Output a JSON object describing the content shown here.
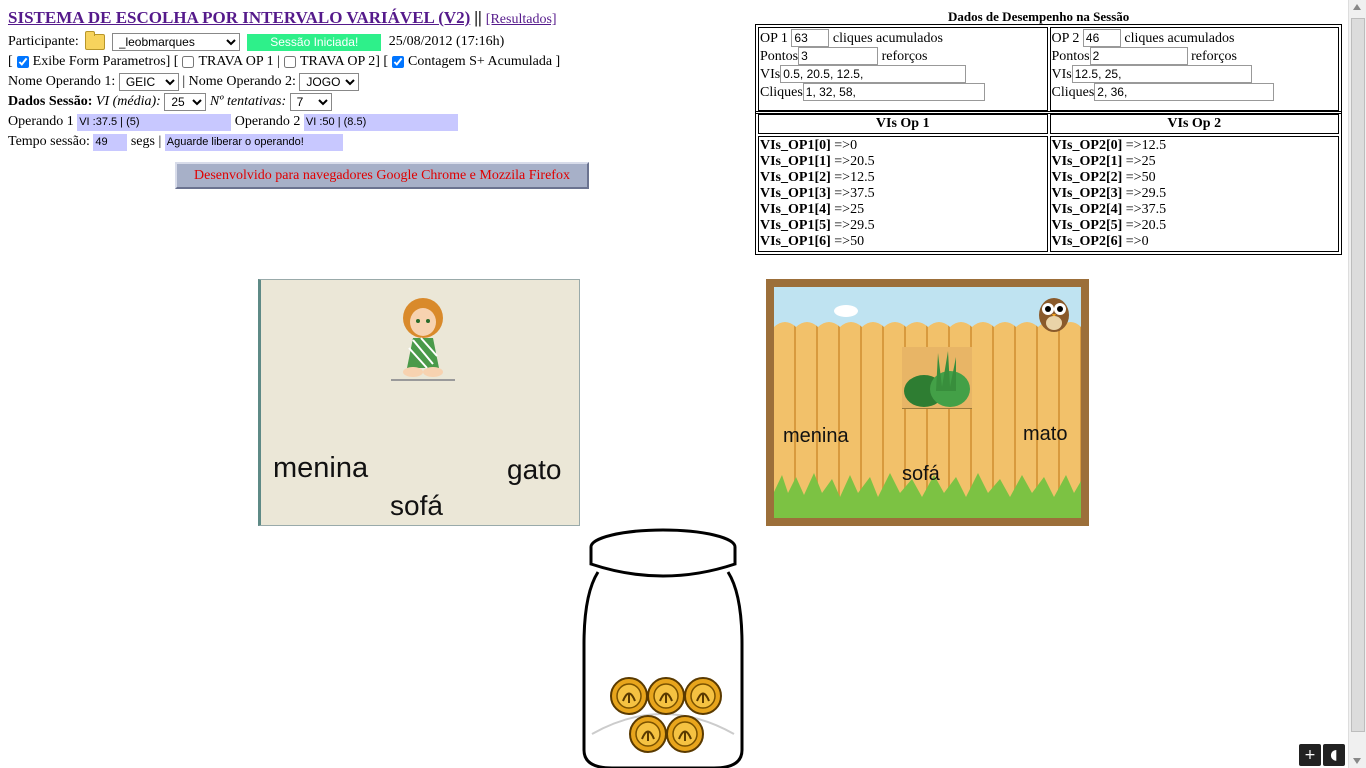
{
  "header": {
    "title": "SISTEMA DE ESCOLHA POR INTERVALO VARIÁVEL (V2)",
    "separator": "||",
    "results_link": "[Resultados]"
  },
  "form": {
    "participant_label": "Participante:",
    "participant_value": "_leobmarques",
    "session_status": "Sessão Iniciada!",
    "datetime": "25/08/2012 (17:16h)",
    "checks": {
      "open1": "[",
      "show_params_label": "Exibe Form Parametros] [",
      "lock_op1_label": "TRAVA OP 1 |",
      "lock_op2_label": "TRAVA OP 2] [",
      "splus_label": "Contagem S+ Acumulada ]",
      "show_params_checked": true,
      "lock_op1_checked": false,
      "lock_op2_checked": false,
      "splus_checked": true
    },
    "operand1_name_label": "Nome Operando 1:",
    "operand1_name_value": "GEIC",
    "operand2_name_label": "| Nome Operando 2:",
    "operand2_name_value": "JOGO",
    "session_data_label": "Dados Sessão:",
    "vi_label": "VI (média):",
    "vi_value": "25",
    "attempts_label": "Nº tentativas:",
    "attempts_value": "7",
    "operand1_label": "Operando 1",
    "operand1_value": "VI :37.5 | (5)",
    "operand2_label": "Operando 2",
    "operand2_value": "VI :50 | (8.5)",
    "time_label": "Tempo sessão:",
    "time_value": "49",
    "time_unit": "segs |",
    "wait_msg": "Aguarde liberar o operando!",
    "dev_notice": "Desenvolvido para navegadores Google Chrome e Mozzila Firefox"
  },
  "performance": {
    "title": "Dados de Desempenho na Sessão",
    "op1": {
      "label": "OP 1",
      "clicks_acc": "63",
      "clicks_acc_label": "cliques acumulados",
      "points_label": "Pontos",
      "points": "3",
      "reinforcers_label": "reforços",
      "vis_label": "VIs",
      "vis": "0.5, 20.5, 12.5,",
      "clicks_label": "Cliques",
      "clicks": "1, 32, 58,"
    },
    "op2": {
      "label": "OP 2",
      "clicks_acc": "46",
      "clicks_acc_label": "cliques acumulados",
      "points_label": "Pontos",
      "points": "2",
      "reinforcers_label": "reforços",
      "vis_label": "VIs",
      "vis": "12.5, 25,",
      "clicks_label": "Cliques",
      "clicks": "2, 36,"
    },
    "vi_op1_header": "VIs Op 1",
    "vi_op2_header": "VIs Op 2",
    "vi_op1": [
      {
        "key": "VIs_OP1[0]",
        "val": " =>0"
      },
      {
        "key": "VIs_OP1[1]",
        "val": " =>20.5"
      },
      {
        "key": "VIs_OP1[2]",
        "val": " =>12.5"
      },
      {
        "key": "VIs_OP1[3]",
        "val": " =>37.5"
      },
      {
        "key": "VIs_OP1[4]",
        "val": " =>25"
      },
      {
        "key": "VIs_OP1[5]",
        "val": " =>29.5"
      },
      {
        "key": "VIs_OP1[6]",
        "val": " =>50"
      }
    ],
    "vi_op2": [
      {
        "key": "VIs_OP2[0]",
        "val": " =>12.5"
      },
      {
        "key": "VIs_OP2[1]",
        "val": " =>25"
      },
      {
        "key": "VIs_OP2[2]",
        "val": " =>50"
      },
      {
        "key": "VIs_OP2[3]",
        "val": " =>29.5"
      },
      {
        "key": "VIs_OP2[4]",
        "val": " =>37.5"
      },
      {
        "key": "VIs_OP2[5]",
        "val": " =>20.5"
      },
      {
        "key": "VIs_OP2[6]",
        "val": " =>0"
      }
    ]
  },
  "stimuli": {
    "card1": {
      "w1": "menina",
      "w2": "gato",
      "w3": "sofá"
    },
    "card2": {
      "w1": "menina",
      "w2": "mato",
      "w3": "sofá"
    }
  },
  "jar": {
    "coins": 5
  },
  "corner_buttons": {
    "plus": "+",
    "moon": "◖"
  }
}
